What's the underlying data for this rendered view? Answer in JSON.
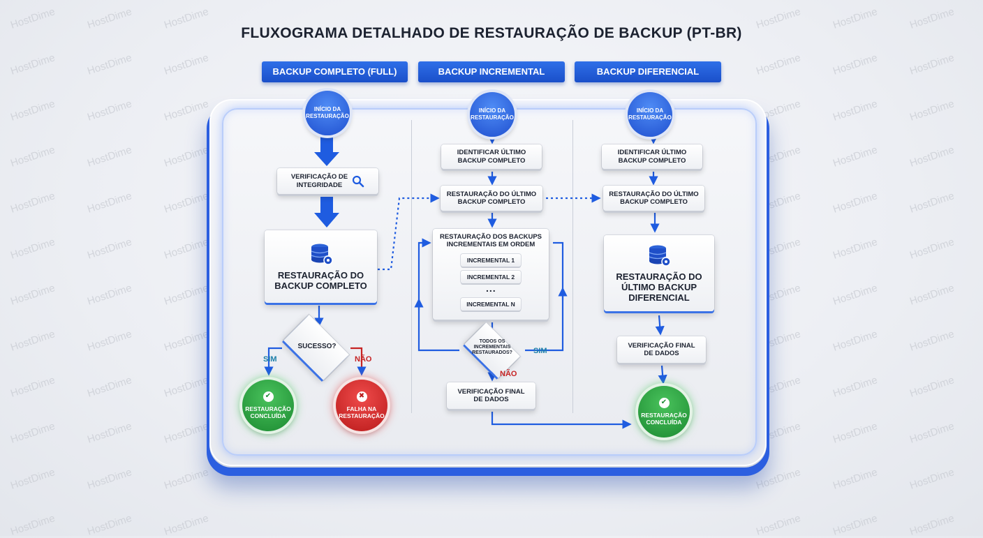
{
  "title": "FLUXOGRAMA DETALHADO DE RESTAURAÇÃO DE BACKUP (PT-BR)",
  "watermark": "HostDime",
  "tabs": [
    {
      "label": "BACKUP COMPLETO (FULL)"
    },
    {
      "label": "BACKUP INCREMENTAL"
    },
    {
      "label": "BACKUP DIFERENCIAL"
    }
  ],
  "colors": {
    "accent": "#1f5ce0",
    "success": "#2aa040",
    "failure": "#d42a2a",
    "yes_label": "#1d7fa8",
    "no_label": "#c62323"
  },
  "icons": [
    "search-icon",
    "database-icon",
    "check-icon",
    "x-icon"
  ],
  "full": {
    "start": "INÍCIO DA\nRESTAURAÇÃO",
    "integrity": "VERIFICAÇÃO DE\nINTEGRIDADE",
    "restore": "RESTAURAÇÃO DO\nBACKUP COMPLETO",
    "decision": "SUCESSO?",
    "yes": "SIM",
    "no": "NÃO",
    "success": "RESTAURAÇÃO\nCONCLUÍDA",
    "failure": "FALHA NA\nRESTAURAÇÃO"
  },
  "incremental": {
    "start": "INÍCIO DA\nRESTAURAÇÃO",
    "identify": "IDENTIFICAR ÚLTIMO\nBACKUP COMPLETO",
    "restore_full": "RESTAURAÇÃO DO ÚLTIMO\nBACKUP COMPLETO",
    "restore_incrementals": "RESTAURAÇÃO DOS BACKUPS\nINCREMENTAIS EM ORDEM",
    "items": [
      "INCREMENTAL 1",
      "INCREMENTAL 2",
      "...",
      "INCREMENTAL N"
    ],
    "decision": "TODOS OS\nINCREMENTAIS\nRESTAURADOS?",
    "yes": "SIM",
    "no": "NÃO",
    "final_check": "VERIFICAÇÃO FINAL\nDE DADOS"
  },
  "differential": {
    "start": "INÍCIO DA\nRESTAURAÇÃO",
    "identify": "IDENTIFICAR ÚLTIMO\nBACKUP COMPLETO",
    "restore_full": "RESTAURAÇÃO DO ÚLTIMO\nBACKUP COMPLETO",
    "restore_diff": "RESTAURAÇÃO DO\nÚLTIMO BACKUP\nDIFERENCIAL",
    "final_check": "VERIFICAÇÃO FINAL\nDE DADOS",
    "success": "RESTAURAÇÃO\nCONCLUÍDA"
  }
}
